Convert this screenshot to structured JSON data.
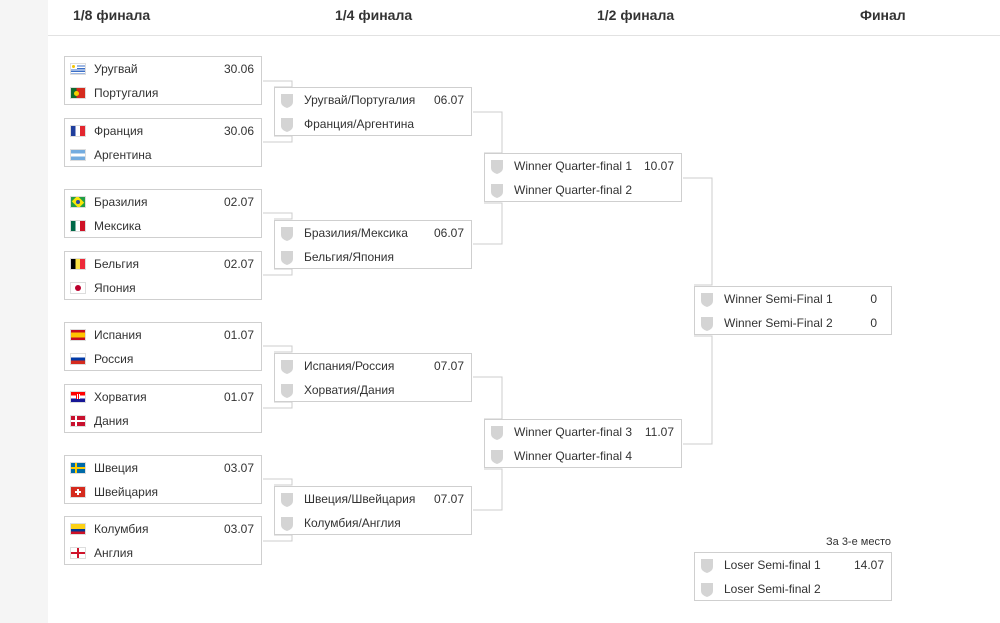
{
  "rounds": {
    "r16": "1/8 финала",
    "qf": "1/4 финала",
    "sf": "1/2 финала",
    "final": "Финал"
  },
  "r16": [
    {
      "team1": "Уругвай",
      "flag1": "flag-uruguay",
      "team2": "Португалия",
      "flag2": "flag-portugal",
      "date": "30.06"
    },
    {
      "team1": "Франция",
      "flag1": "flag-france",
      "team2": "Аргентина",
      "flag2": "flag-argentina",
      "date": "30.06"
    },
    {
      "team1": "Бразилия",
      "flag1": "flag-brazil",
      "team2": "Мексика",
      "flag2": "flag-mexico",
      "date": "02.07"
    },
    {
      "team1": "Бельгия",
      "flag1": "flag-belgium",
      "team2": "Япония",
      "flag2": "flag-japan",
      "date": "02.07"
    },
    {
      "team1": "Испания",
      "flag1": "flag-spain",
      "team2": "Россия",
      "flag2": "flag-russia",
      "date": "01.07"
    },
    {
      "team1": "Хорватия",
      "flag1": "flag-croatia",
      "team2": "Дания",
      "flag2": "flag-denmark",
      "date": "01.07"
    },
    {
      "team1": "Швеция",
      "flag1": "flag-sweden",
      "team2": "Швейцария",
      "flag2": "flag-switzerland",
      "date": "03.07"
    },
    {
      "team1": "Колумбия",
      "flag1": "flag-colombia",
      "team2": "Англия",
      "flag2": "flag-england",
      "date": "03.07"
    }
  ],
  "qf": [
    {
      "team1": "Уругвай/Португалия",
      "team2": "Франция/Аргентина",
      "date": "06.07"
    },
    {
      "team1": "Бразилия/Мексика",
      "team2": "Бельгия/Япония",
      "date": "06.07"
    },
    {
      "team1": "Испания/Россия",
      "team2": "Хорватия/Дания",
      "date": "07.07"
    },
    {
      "team1": "Швеция/Швейцария",
      "team2": "Колумбия/Англия",
      "date": "07.07"
    }
  ],
  "sf": [
    {
      "team1": "Winner Quarter-final 1",
      "team2": "Winner Quarter-final 2",
      "date": "10.07"
    },
    {
      "team1": "Winner Quarter-final 3",
      "team2": "Winner Quarter-final 4",
      "date": "11.07"
    }
  ],
  "final": {
    "team1": "Winner Semi-Final 1",
    "score1": "0",
    "team2": "Winner Semi-Final 2",
    "score2": "0"
  },
  "third": {
    "label": "За 3-е место",
    "team1": "Loser Semi-final 1",
    "team2": "Loser Semi-final 2",
    "date": "14.07"
  },
  "colors": {
    "border": "#cfcfcf",
    "connector": "#cccccc",
    "shield": "#d4d4d4",
    "text": "#333333"
  }
}
